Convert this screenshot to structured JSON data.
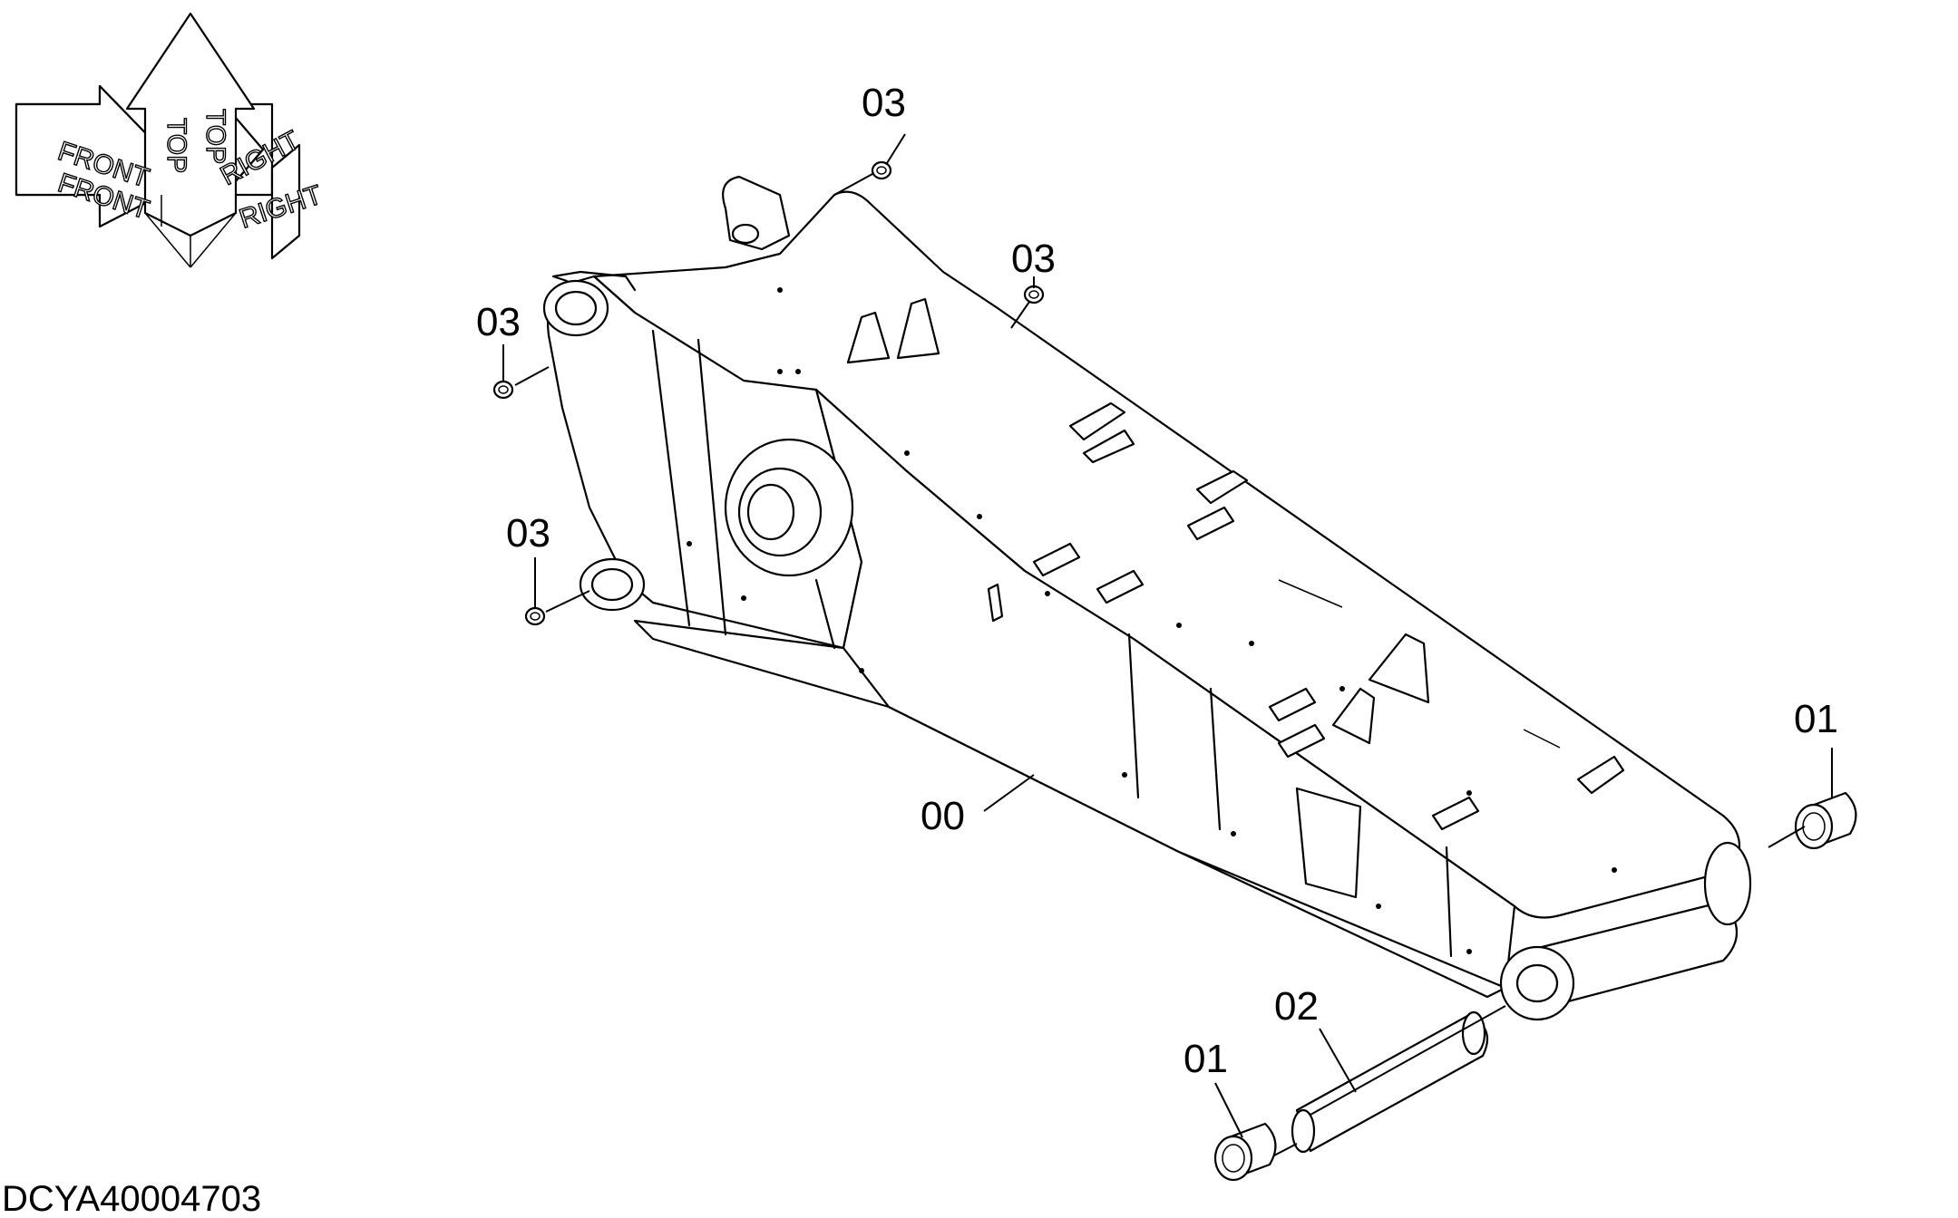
{
  "drawing": {
    "document_id": "DCYA40004703",
    "orientation": {
      "top_a": "TOP",
      "top_b": "TOP",
      "front_a": "FRONT",
      "front_b": "FRONT",
      "right_a": "RIGHT",
      "right_b": "RIGHT"
    },
    "callouts": [
      {
        "label": "03"
      },
      {
        "label": "03"
      },
      {
        "label": "03"
      },
      {
        "label": "03"
      },
      {
        "label": "00"
      },
      {
        "label": "01"
      },
      {
        "label": "02"
      },
      {
        "label": "01"
      }
    ]
  }
}
